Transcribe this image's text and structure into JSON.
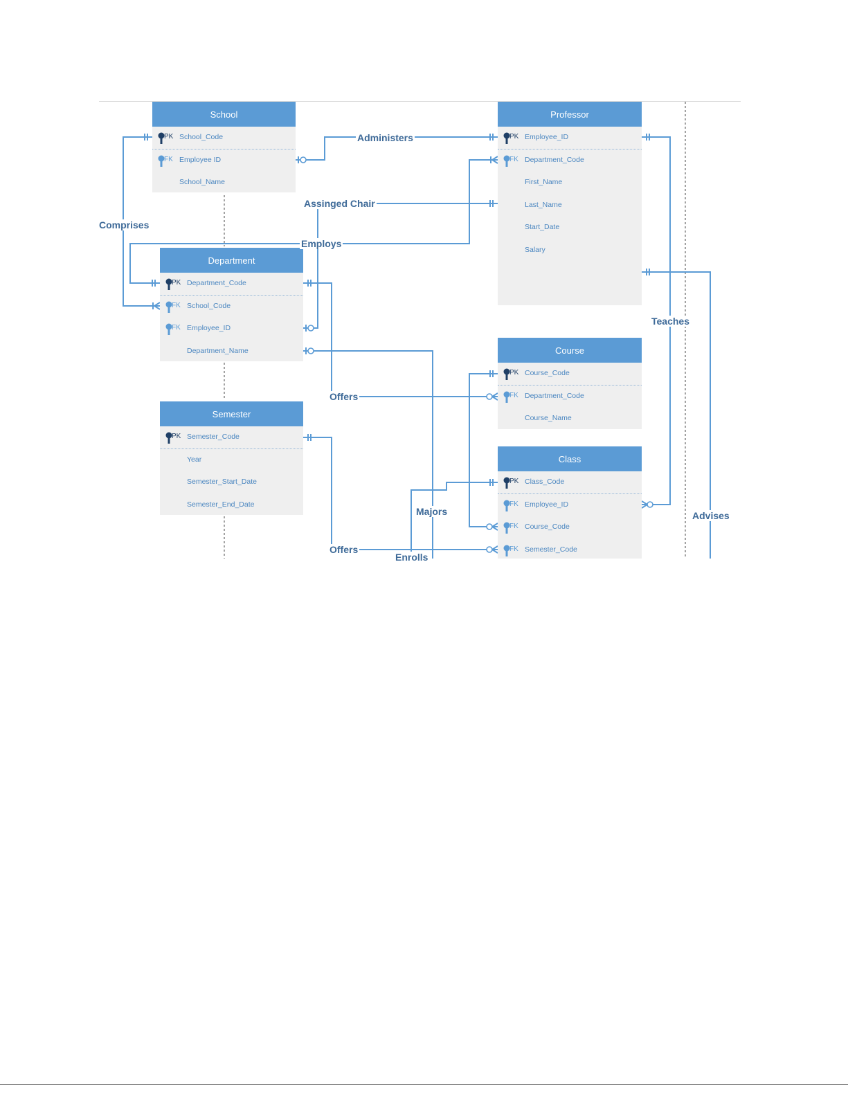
{
  "colors": {
    "header": "#5b9bd5",
    "line": "#5b9bd5",
    "body": "#efefef",
    "label": "#3e6a98"
  },
  "entities": {
    "school": {
      "title": "School",
      "attrs": [
        {
          "key": "PK",
          "name": "School_Code"
        },
        {
          "key": "FK",
          "name": "Employee ID"
        },
        {
          "key": "",
          "name": "School_Name"
        }
      ]
    },
    "professor": {
      "title": "Professor",
      "attrs": [
        {
          "key": "PK",
          "name": "Employee_ID"
        },
        {
          "key": "FK",
          "name": "Department_Code"
        },
        {
          "key": "",
          "name": "First_Name"
        },
        {
          "key": "",
          "name": "Last_Name"
        },
        {
          "key": "",
          "name": "Start_Date"
        },
        {
          "key": "",
          "name": "Salary"
        }
      ]
    },
    "department": {
      "title": "Department",
      "attrs": [
        {
          "key": "PK",
          "name": "Department_Code"
        },
        {
          "key": "FK",
          "name": "School_Code"
        },
        {
          "key": "FK",
          "name": "Employee_ID"
        },
        {
          "key": "",
          "name": "Department_Name"
        }
      ]
    },
    "course": {
      "title": "Course",
      "attrs": [
        {
          "key": "PK",
          "name": "Course_Code"
        },
        {
          "key": "FK",
          "name": "Department_Code"
        },
        {
          "key": "",
          "name": "Course_Name"
        }
      ]
    },
    "semester": {
      "title": "Semester",
      "attrs": [
        {
          "key": "PK",
          "name": "Semester_Code"
        },
        {
          "key": "",
          "name": "Year"
        },
        {
          "key": "",
          "name": "Semester_Start_Date"
        },
        {
          "key": "",
          "name": "Semester_End_Date"
        }
      ]
    },
    "class": {
      "title": "Class",
      "attrs": [
        {
          "key": "PK",
          "name": "Class_Code"
        },
        {
          "key": "FK",
          "name": "Employee_ID"
        },
        {
          "key": "FK",
          "name": "Course_Code"
        },
        {
          "key": "FK",
          "name": "Semester_Code"
        }
      ]
    }
  },
  "relationships": {
    "administers": "Administers",
    "assinged_chair": "Assinged Chair",
    "comprises": "Comprises",
    "employs": "Employs",
    "teaches": "Teaches",
    "offers_course": "Offers",
    "majors": "Majors",
    "advises": "Advises",
    "offers_class": "Offers",
    "enrolls": "Enrolls"
  }
}
